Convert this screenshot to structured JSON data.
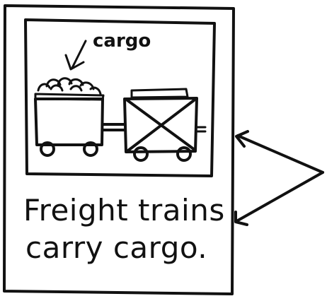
{
  "card": {
    "label": "cargo",
    "caption_line1": "Freight trains",
    "caption_line2": "carry cargo."
  },
  "colors": {
    "ink": "#111111",
    "paper": "#ffffff"
  },
  "icons": [
    "cargo-pile",
    "freight-box-car",
    "open-car",
    "wheels",
    "label-arrow",
    "pointer-arrows"
  ]
}
